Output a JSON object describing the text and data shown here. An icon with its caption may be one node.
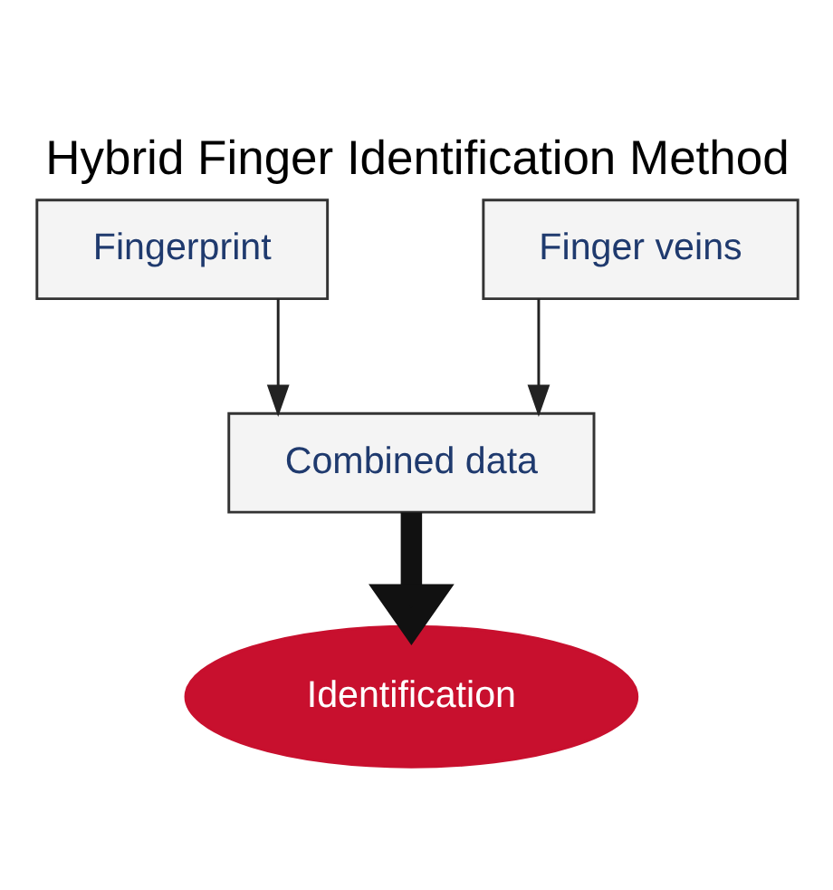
{
  "diagram": {
    "title": "Hybrid Finger Identification Method",
    "nodes": [
      {
        "text": [
          "Fingerprint"
        ]
      },
      {
        "text": [
          "Finger veins"
        ]
      },
      {
        "text": [
          "Combined data"
        ]
      },
      {
        "text": [
          "Identification"
        ]
      }
    ],
    "edges": [
      {
        "from": 0,
        "to": 2,
        "arrow": "to"
      },
      {
        "from": 1,
        "to": 2,
        "arrow": "to"
      },
      {
        "from": 2,
        "to": 3,
        "arrow": "to",
        "style": "thick"
      }
    ]
  }
}
